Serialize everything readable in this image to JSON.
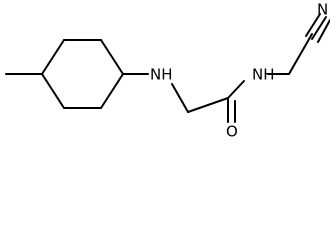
{
  "structure": {
    "labels": {
      "amine_nh": "NH",
      "amide_nh": "NH",
      "carbonyl_o": "O",
      "nitrile_n": "N"
    }
  }
}
